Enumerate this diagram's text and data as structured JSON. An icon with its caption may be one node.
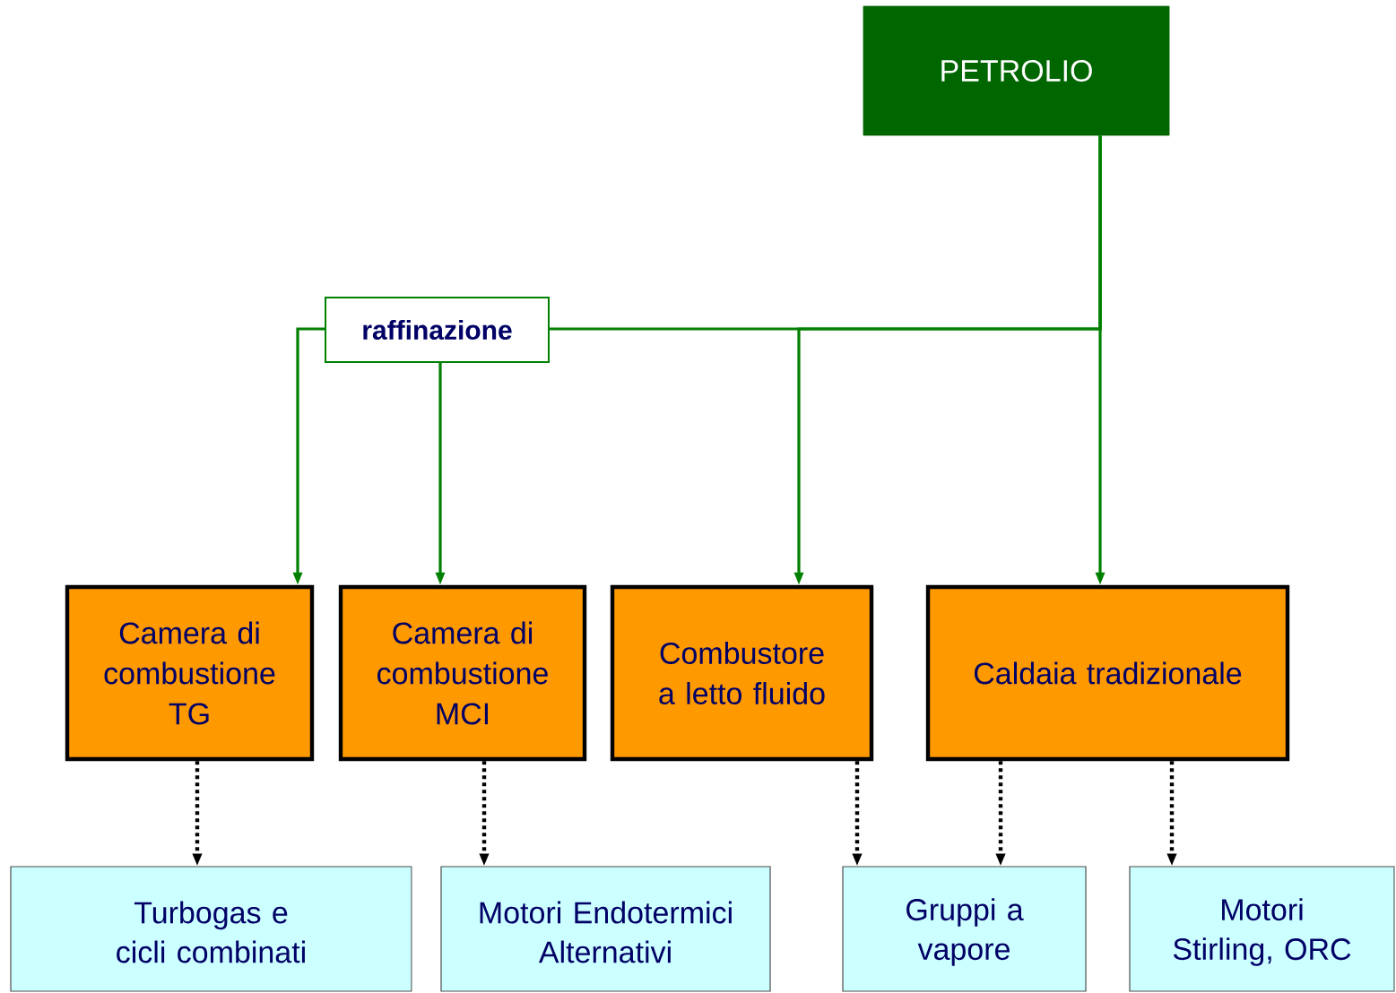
{
  "diagram": {
    "nodes": [
      {
        "text": [
          "PETROLIO"
        ]
      },
      {
        "text": [
          "raffinazione"
        ]
      },
      {
        "text": [
          "Camera di combustione TG"
        ]
      },
      {
        "text": [
          "Camera di combustione MCI"
        ]
      },
      {
        "text": [
          "Combustore a letto fluido"
        ]
      },
      {
        "text": [
          "Caldaia tradizionale"
        ]
      },
      {
        "text": [
          "Turbogas e cicli combinati"
        ]
      },
      {
        "text": [
          "Motori Endotermici Alternativi"
        ]
      },
      {
        "text": [
          "Gruppi a vapore"
        ]
      },
      {
        "text": [
          "Motori Stirling, ORC"
        ]
      }
    ],
    "edges": [
      {
        "from": 0,
        "to": 1,
        "arrow": "none",
        "color": "#008000"
      },
      {
        "from": 0,
        "to": 4,
        "arrow": "to",
        "color": "#008000"
      },
      {
        "from": 0,
        "to": 5,
        "arrow": "to",
        "color": "#008000"
      },
      {
        "from": 1,
        "to": 2,
        "arrow": "to",
        "color": "#008000"
      },
      {
        "from": 1,
        "to": 3,
        "arrow": "to",
        "color": "#008000"
      },
      {
        "from": 2,
        "to": 6,
        "arrow": "to",
        "style": "dashed",
        "color": "#000000"
      },
      {
        "from": 3,
        "to": 7,
        "arrow": "to",
        "style": "dashed",
        "color": "#000000"
      },
      {
        "from": 4,
        "to": 8,
        "arrow": "to",
        "style": "dashed",
        "color": "#000000"
      },
      {
        "from": 5,
        "to": 8,
        "arrow": "to",
        "style": "dashed",
        "color": "#000000"
      },
      {
        "from": 5,
        "to": 9,
        "arrow": "to",
        "style": "dashed",
        "color": "#000000"
      }
    ]
  }
}
